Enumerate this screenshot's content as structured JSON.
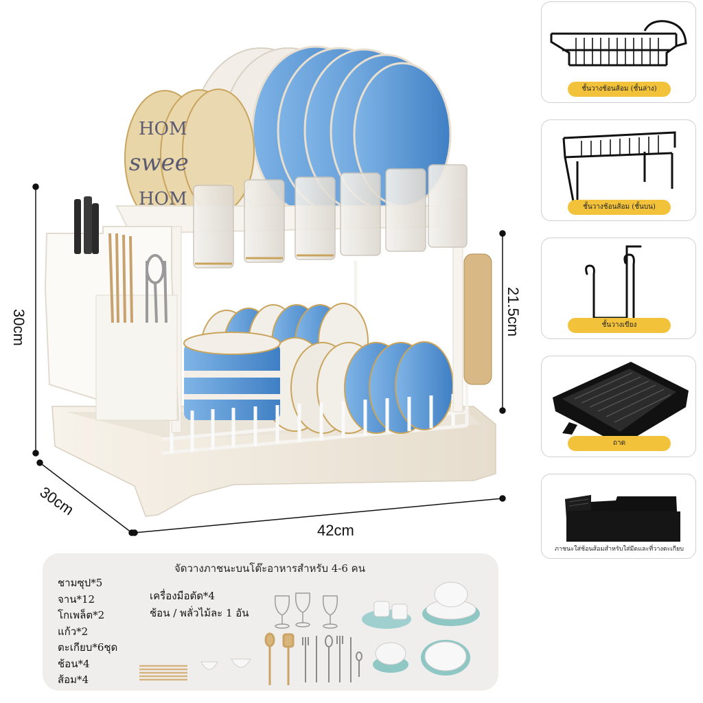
{
  "dimensions": {
    "height_total": "30cm",
    "height_inner": "21.5cm",
    "depth": "30cm",
    "width": "42cm"
  },
  "plate_text": {
    "line1": "HOM",
    "line2": "swee",
    "line3": "HOM"
  },
  "components": [
    {
      "label": "ชั้นวางช้อนส้อม (ชั้นล่าง)",
      "icon": "lower-rack-icon"
    },
    {
      "label": "ชั้นวางช้อนส้อม (ชั้นบน)",
      "icon": "upper-rack-icon"
    },
    {
      "label": "ชั้นวางเขียง",
      "icon": "board-hook-icon"
    },
    {
      "label": "ถาด",
      "icon": "drip-tray-icon"
    },
    {
      "label": "ภาชนะใส่ช้อนส้อมสำหรับใส่มีดและที่วางตะเกียบ",
      "icon": "utensil-holder-icon"
    }
  ],
  "tableware_set": {
    "title": "จัดวางภาชนะบนโต๊ะอาหารสำหรับ 4-6 คน",
    "items": [
      "ชามซุป*5",
      "จาน*12",
      "โกเพล็ต*2",
      "แก้ว*2",
      "ตะเกียบ*6ชุด",
      "ช้อน*4",
      "ส้อม*4"
    ],
    "extra_line1": "เครื่องมือตัด*4",
    "extra_line2": "ช้อน / พลั่วไม้ละ 1 อัน"
  },
  "colors": {
    "cream": "#f3ede3",
    "plate_blue": "#4f8fd0",
    "gold": "#c9a45c",
    "caption_yellow": "#f3c23b",
    "panel_grey": "#efeeed"
  }
}
